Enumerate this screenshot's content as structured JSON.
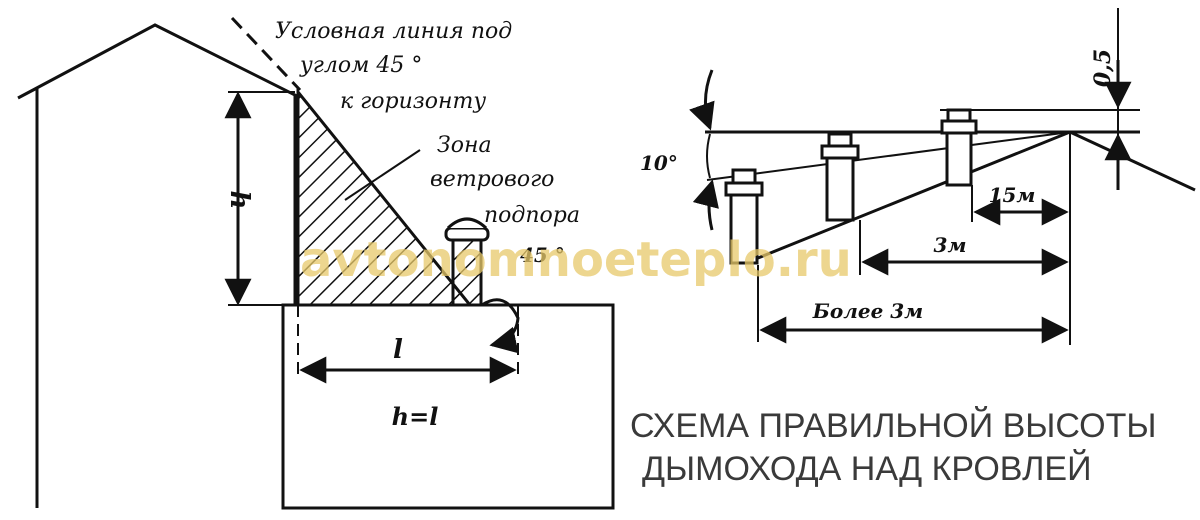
{
  "left_diagram": {
    "label_line_1": "Условная линия под",
    "label_line_2": "углом 45 °",
    "label_line_3": "к горизонту",
    "zone_line_1": "Зона",
    "zone_line_2": "ветрового",
    "zone_line_3": "подпора",
    "angle_label": "45 °",
    "h_label": "h",
    "l_label": "l",
    "equality_label": "h=l"
  },
  "right_diagram": {
    "offset_label": "0,5",
    "angle_label": "10°",
    "dist_15": "15м",
    "dist_3": "3м",
    "dist_more_3": "Более 3м"
  },
  "caption": {
    "line_1": "СХЕМА ПРАВИЛЬНОЙ ВЫСОТЫ",
    "line_2": "ДЫМОХОДА НАД КРОВЛЕЙ"
  },
  "watermark": "avtonomnoeteplo.ru",
  "colors": {
    "ink": "#111111",
    "caption": "#3a3a3a",
    "watermark": "#e8c96a"
  }
}
